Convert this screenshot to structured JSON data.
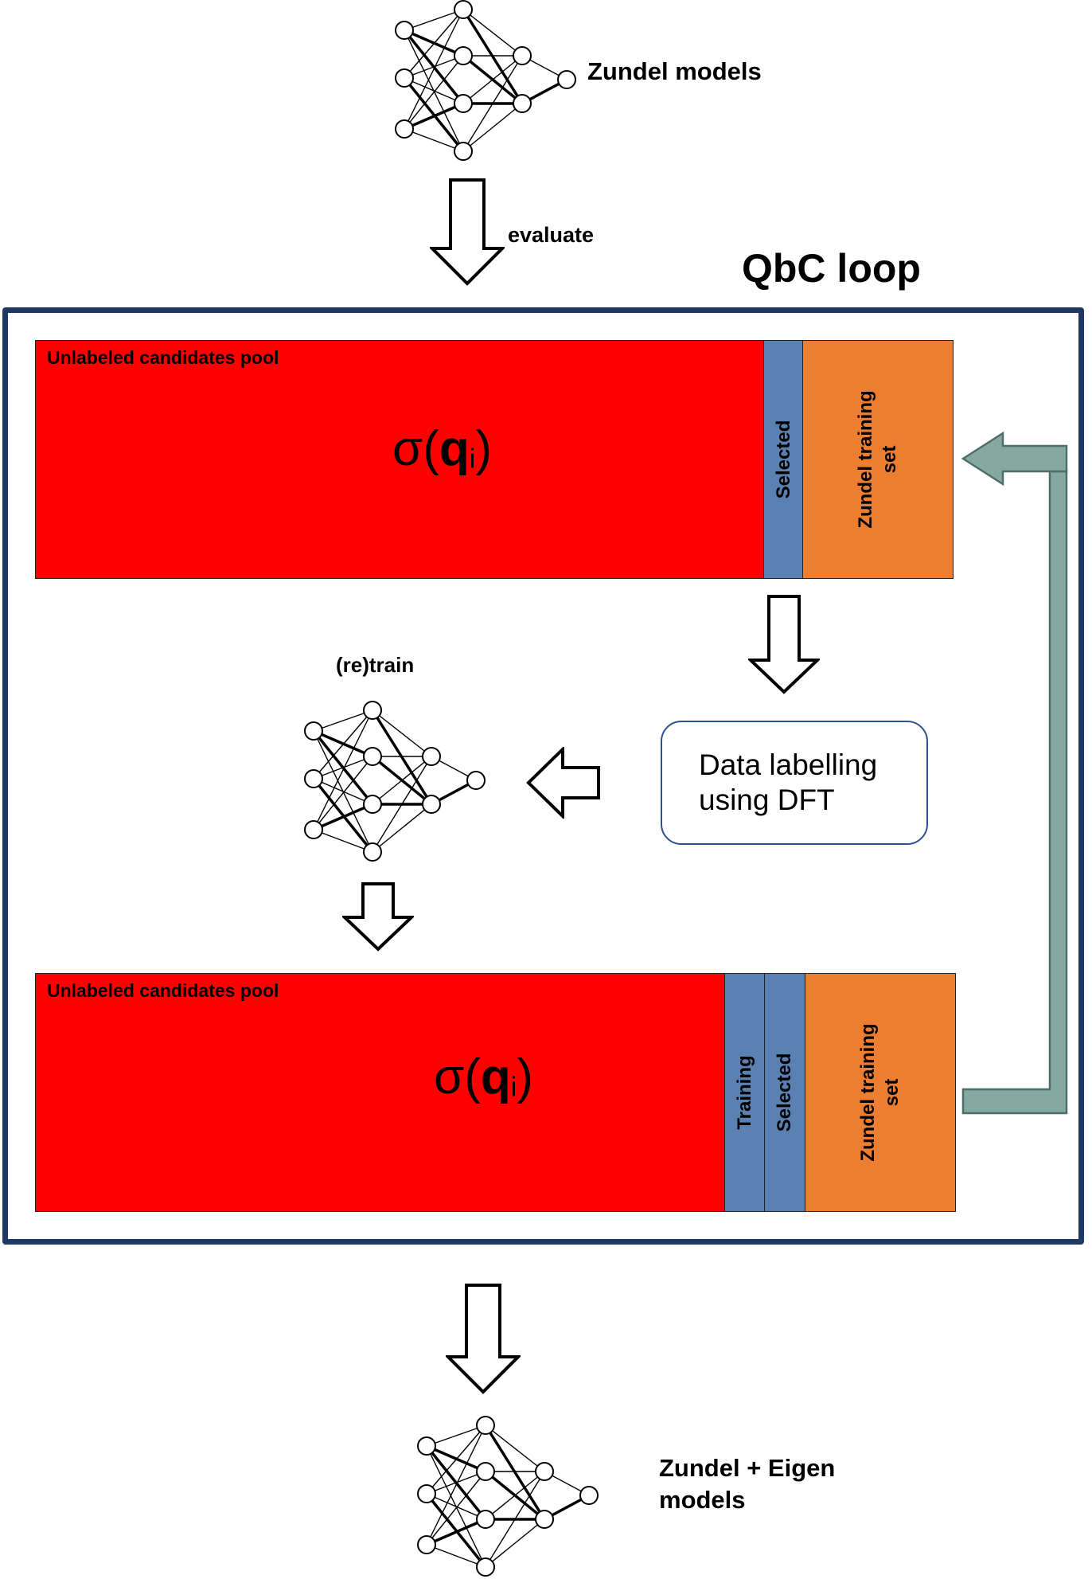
{
  "top_model": {
    "label": "Zundel models"
  },
  "evaluate_label": "evaluate",
  "loop_title": "QbC loop",
  "upper_pool": {
    "pool_label": "Unlabeled  candidates pool",
    "sigma": {
      "symbol": "σ(",
      "var": "q",
      "sub": "i",
      "close": ")"
    },
    "selected_label": "Selected",
    "training_set_line1": "Zundel training",
    "training_set_line2": "set"
  },
  "retrain_label": "(re)train",
  "labelling_box": {
    "line1": "Data labelling",
    "line2": "using DFT"
  },
  "lower_pool": {
    "pool_label": "Unlabeled candidates pool",
    "sigma": {
      "symbol": "σ(",
      "var": "q",
      "sub": "i",
      "close": ")"
    },
    "training_label": "Training",
    "selected_label": "Selected",
    "training_set_line1": "Zundel training",
    "training_set_line2": "set"
  },
  "bottom_model": {
    "line1": "Zundel + Eigen",
    "line2": "models"
  },
  "colors": {
    "frame": "#1f3864",
    "pool": "#ff0000",
    "selected": "#5b80b2",
    "training_set": "#ed7d31",
    "feedback_arrow": "#84aaa0",
    "dft_border": "#2f4f8f"
  },
  "icons": [
    "neural-network-icon",
    "down-arrow-icon",
    "left-arrow-icon",
    "feedback-arrow-icon"
  ]
}
